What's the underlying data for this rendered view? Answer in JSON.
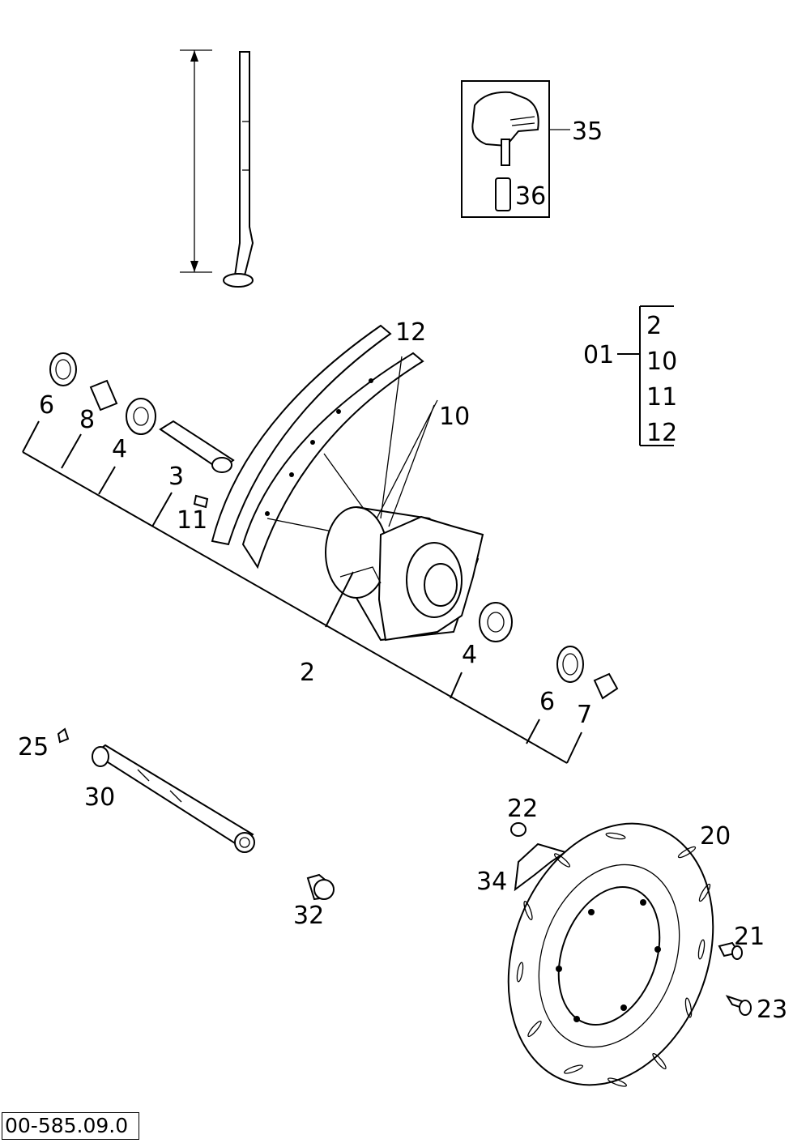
{
  "labels": {
    "p01": "01",
    "p02": "2",
    "p03": "3",
    "p04": "4",
    "p06": "6",
    "p07": "7",
    "p08": "8",
    "p10": "10",
    "p11": "11",
    "p12": "12",
    "p20": "20",
    "p21": "21",
    "p22": "22",
    "p23": "23",
    "p25": "25",
    "p30": "30",
    "p32": "32",
    "p34": "34",
    "p35": "35",
    "p36": "36"
  },
  "assembly_list": [
    "2",
    "10",
    "11",
    "12"
  ],
  "footer_code": "00-585.09.0"
}
